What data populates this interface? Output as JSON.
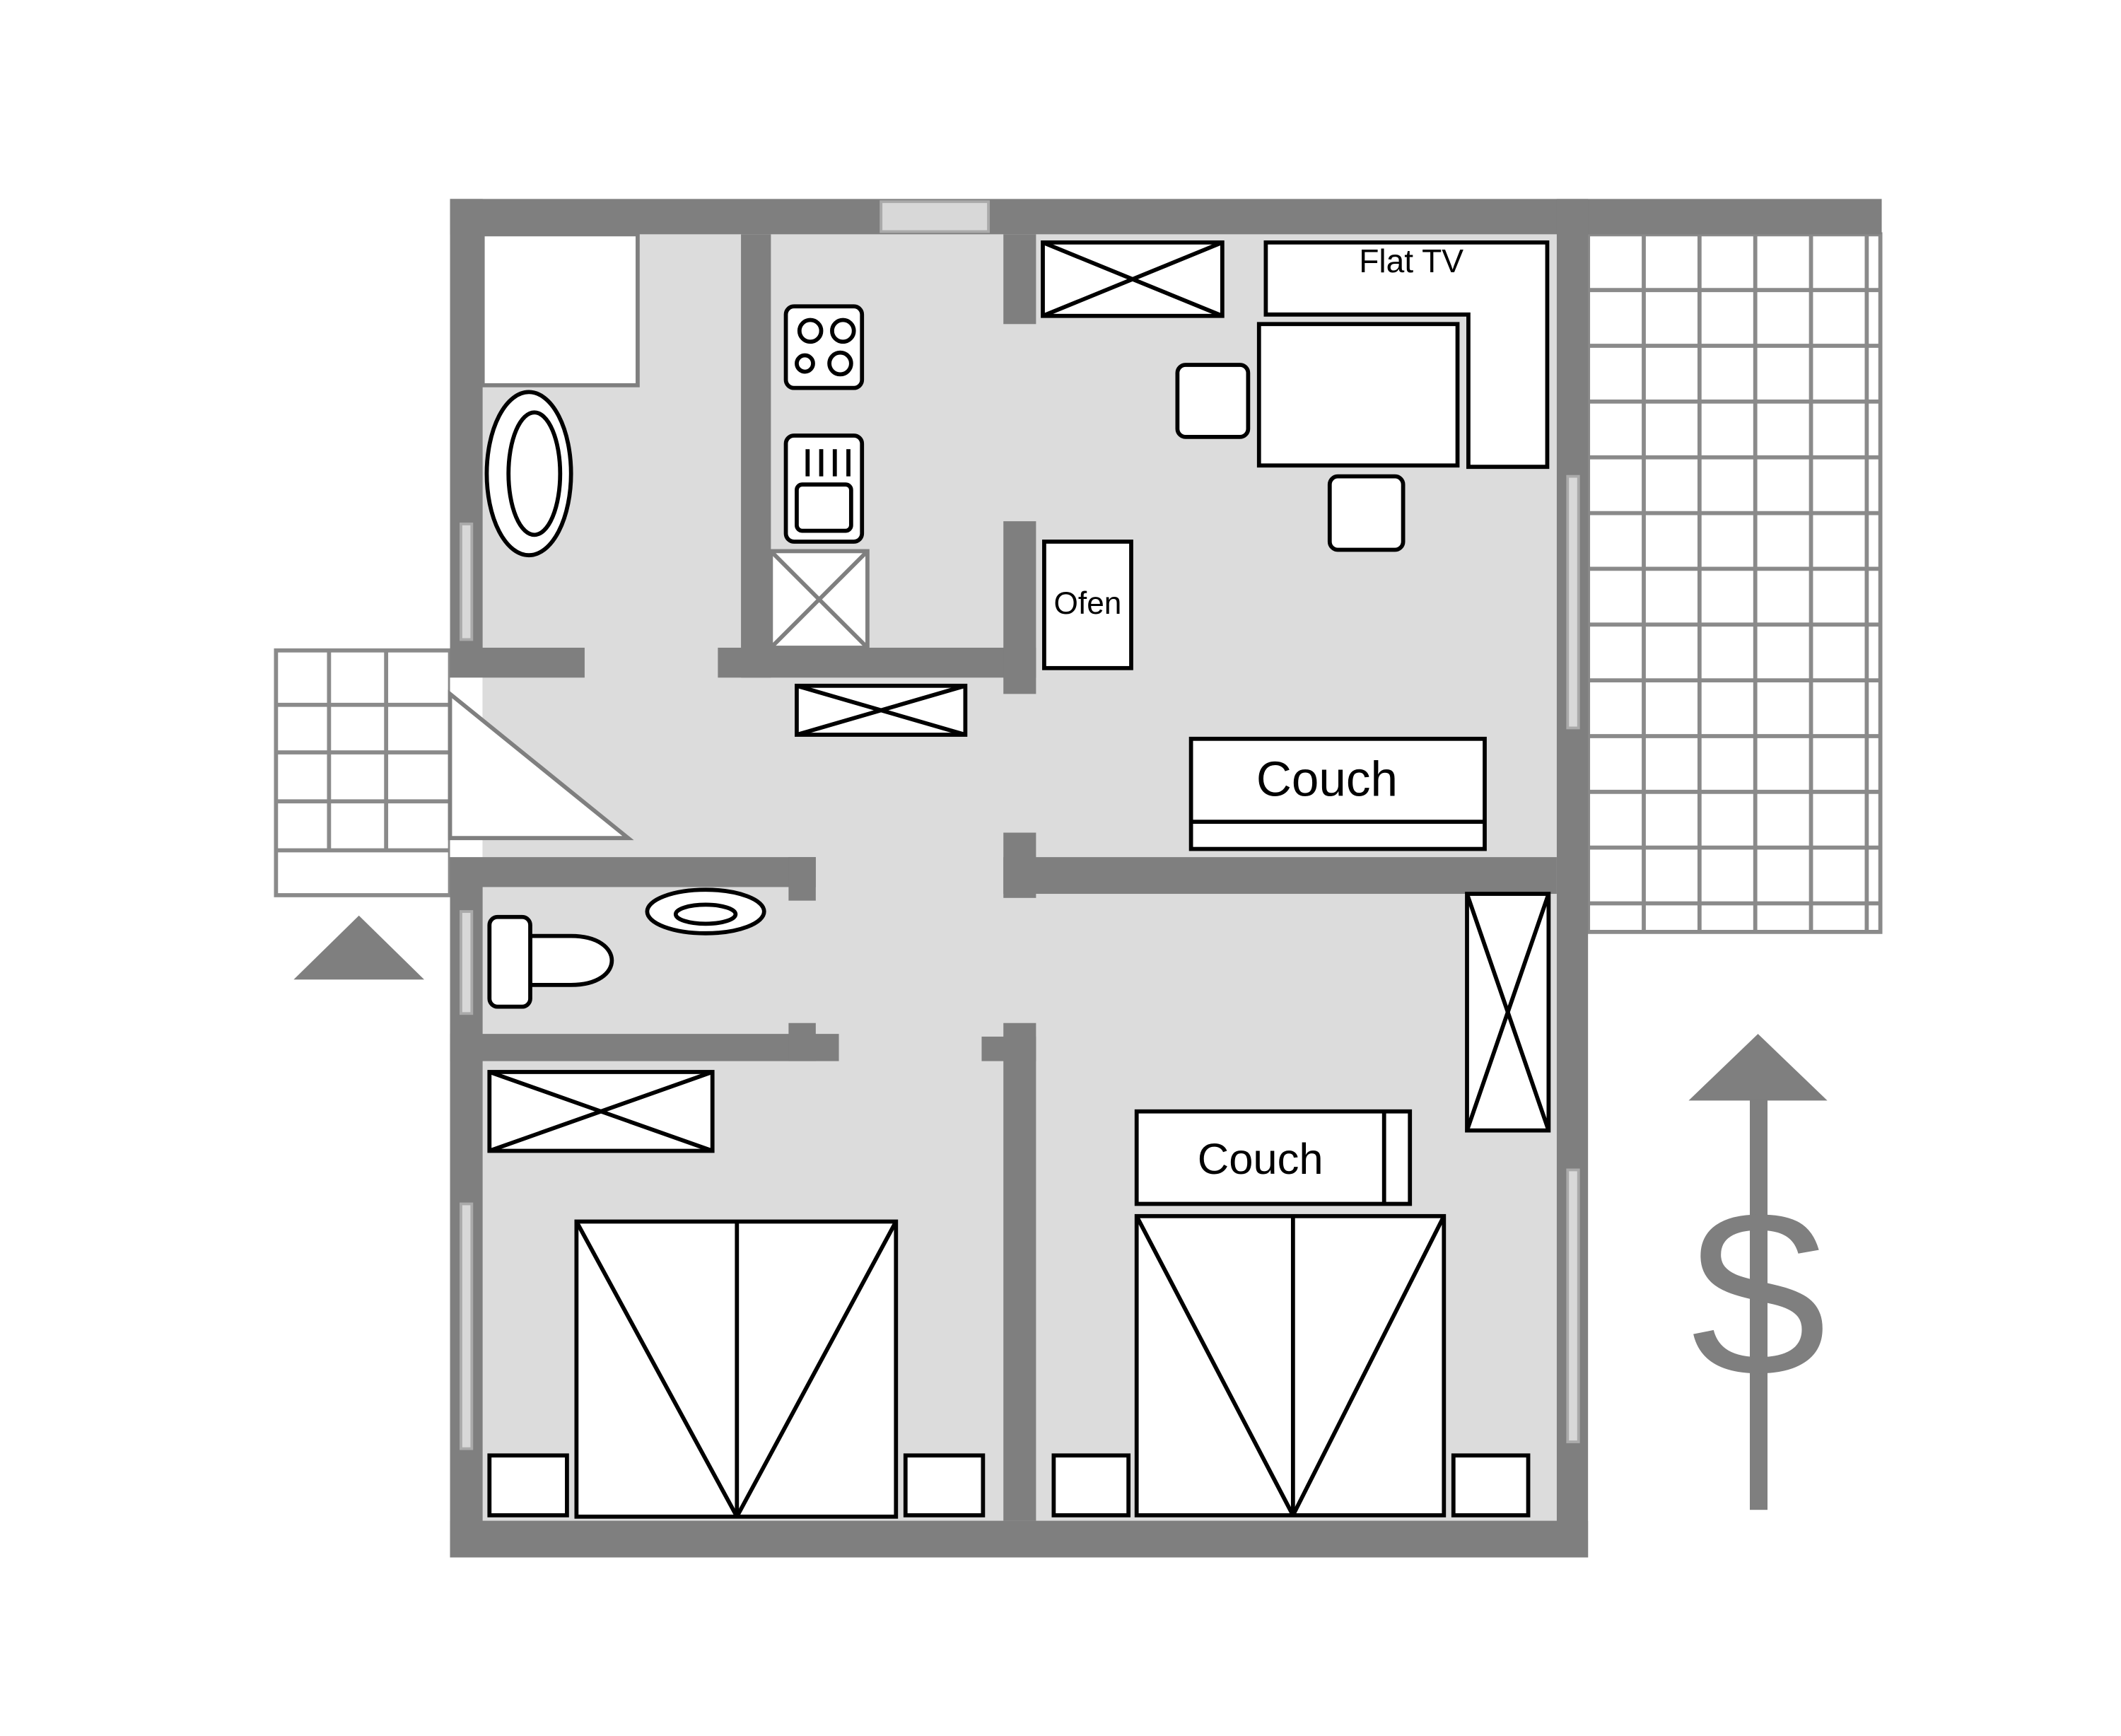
{
  "labels": {
    "tv": "Flat TV",
    "oven": "Ofen",
    "couch_living": "Couch",
    "couch_bedroom": "Couch",
    "compass": "S"
  },
  "colors": {
    "wall": "#7f7f7f",
    "floor": "#dcdcdc",
    "window": "#b4b4b4",
    "furniture": "#ffffff",
    "outline": "#000000"
  }
}
